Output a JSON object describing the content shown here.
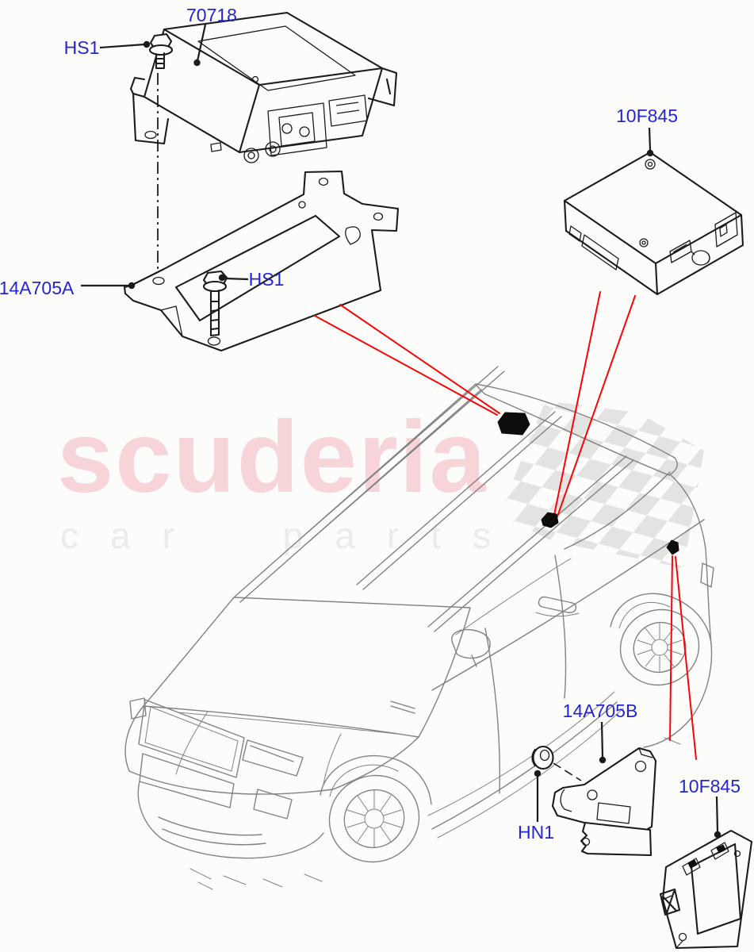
{
  "watermark": {
    "brand": "scuderia",
    "tagline": "car parts"
  },
  "labels": {
    "module_top": "70718",
    "bolt_top": "HS1",
    "bracket_front": "14A705A",
    "bolt_bracket": "HS1",
    "module_roof": "10F845",
    "bracket_rear": "14A705B",
    "nut_rear": "HN1",
    "module_rear": "10F845"
  },
  "colors": {
    "blue": "#2525cf",
    "red": "#f70505",
    "pink": "#f7d4d8",
    "gray": "#ebebeb",
    "checker": "#dedede",
    "car": "#828282",
    "part": "#1b1b1b",
    "bg": "#fcfcfa"
  }
}
